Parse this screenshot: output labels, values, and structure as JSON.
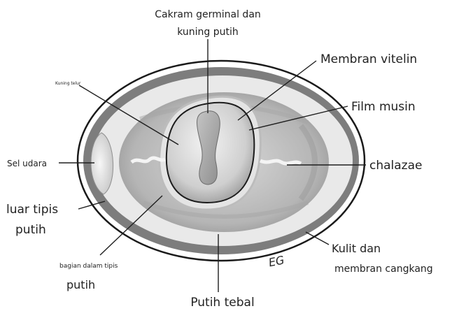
{
  "labels": {
    "germinal_disc_line1": "Cakram germinal dan",
    "germinal_disc_line2": "kuning putih",
    "vitelline_membrane": "Membran vitelin",
    "mucin_film": "Film musin",
    "chalazae": "chalazae",
    "shell_line1": "Kulit dan",
    "shell_line2": "membran cangkang",
    "thick_white": "Putih tebal",
    "inner_thin_line1": "bagian dalam tipis",
    "inner_thin_line2": "putih",
    "outer_thin_line1": "luar tipis",
    "outer_thin_line2": "putih",
    "air_cell": "Sel udara",
    "yolk": "Kuning telur",
    "signature": "EG"
  },
  "colors": {
    "shell_outline": "#1a1a1a",
    "outer_band": "#7a7a7a",
    "thin_white": "#e8e8e8",
    "thick_white": "#bdbdbd",
    "yolk": "#cfcfcf",
    "germinal": "#a9a9a9"
  }
}
